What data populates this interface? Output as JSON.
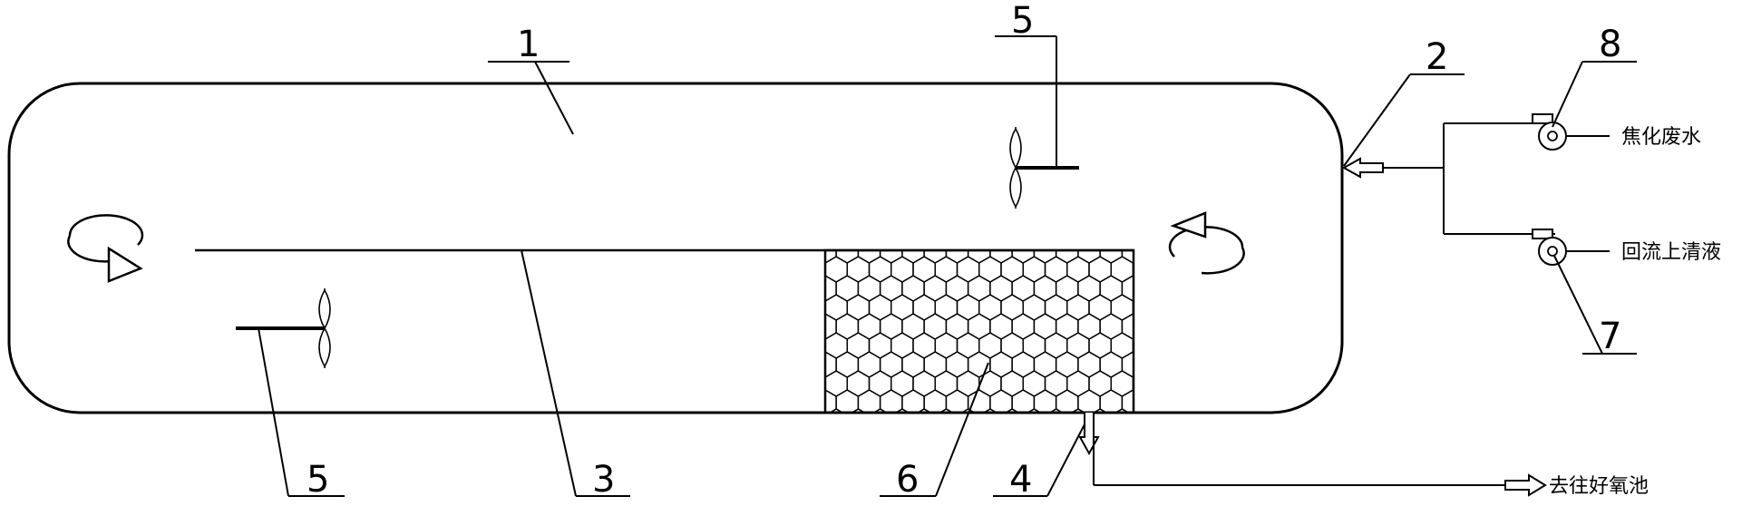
{
  "callouts": {
    "n1": "1",
    "n2": "2",
    "n3": "3",
    "n4": "4",
    "n5_top": "5",
    "n5_bottom": "5",
    "n6": "6",
    "n7": "7",
    "n8": "8"
  },
  "labels": {
    "coking_wastewater": "焦化废水",
    "return_supernatant": "回流上清液",
    "to_aerobic_tank": "去往好氧池"
  },
  "colors": {
    "line": "#000000",
    "background": "#ffffff"
  }
}
